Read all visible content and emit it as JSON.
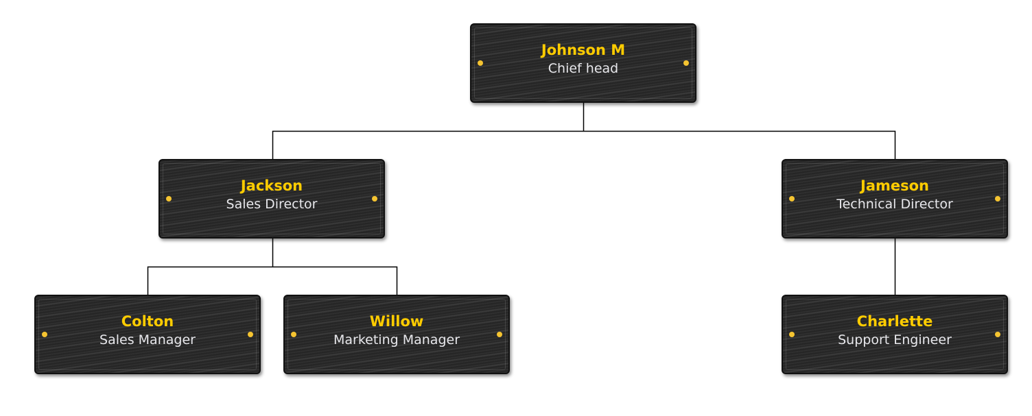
{
  "diagram": {
    "type": "org-chart",
    "colors": {
      "node_background": "#2a2a2a",
      "node_border": "#111111",
      "name_text": "#ffcc00",
      "title_text": "#e8e8ec",
      "dot": "#f5c431",
      "connector": "#000000"
    },
    "nodes": [
      {
        "id": "johnson",
        "name": "Johnson M",
        "title": "Chief head",
        "parent": null
      },
      {
        "id": "jackson",
        "name": "Jackson",
        "title": "Sales Director",
        "parent": "johnson"
      },
      {
        "id": "jameson",
        "name": "Jameson",
        "title": "Technical Director",
        "parent": "johnson"
      },
      {
        "id": "colton",
        "name": "Colton",
        "title": "Sales Manager",
        "parent": "jackson"
      },
      {
        "id": "willow",
        "name": "Willow",
        "title": "Marketing Manager",
        "parent": "jackson"
      },
      {
        "id": "charlette",
        "name": "Charlette",
        "title": "Support Engineer",
        "parent": "jameson"
      }
    ]
  }
}
